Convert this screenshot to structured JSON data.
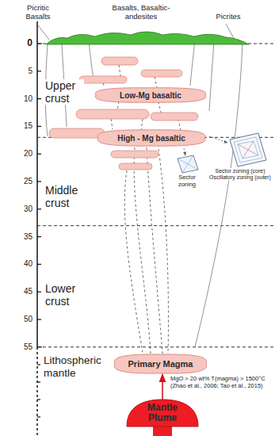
{
  "diagram": {
    "nodes": [
      {
        "text": [
          "Low-Mg basaltic"
        ]
      },
      {
        "text": [
          "High - Mg basaltic"
        ]
      },
      {
        "text": [
          "Primary Magma"
        ]
      },
      {
        "text": [
          "Mantle Plume"
        ]
      }
    ],
    "edges": [
      {
        "from": 3,
        "to": 2,
        "arrow": "to"
      }
    ],
    "labels": [
      "Picritic Basalts",
      "Basalts, Basaltic-andesites",
      "Picrites",
      "0",
      "5",
      "10",
      "15",
      "20",
      "25",
      "30",
      "35",
      "40",
      "45",
      "50",
      "55",
      "Upper crust",
      "Middle crust",
      "Lower crust",
      "Lithospheric mantle",
      "Sector zoning",
      "Sector zoning (core) Oscillatory zoning (outer)",
      "MgO > 20 wt% T(magma) > 1500°C (Zhao et al., 2006; Tao et al., 2015)"
    ]
  }
}
